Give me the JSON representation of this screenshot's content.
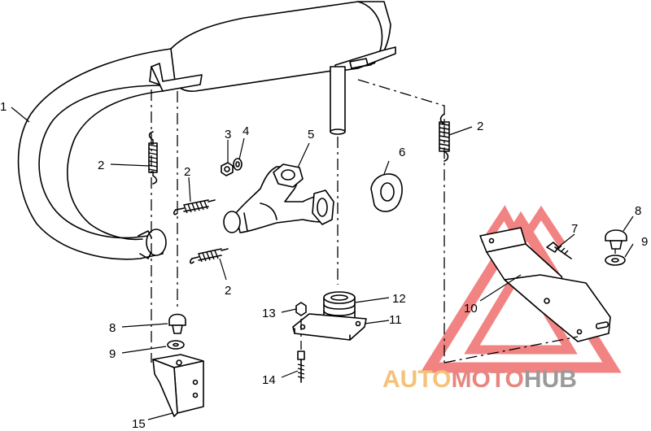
{
  "callouts": [
    {
      "id": "c1",
      "label": "1"
    },
    {
      "id": "c2a",
      "label": "2"
    },
    {
      "id": "c2b",
      "label": "2"
    },
    {
      "id": "c2c",
      "label": "2"
    },
    {
      "id": "c2d",
      "label": "2"
    },
    {
      "id": "c3",
      "label": "3"
    },
    {
      "id": "c4",
      "label": "4"
    },
    {
      "id": "c5",
      "label": "5"
    },
    {
      "id": "c6",
      "label": "6"
    },
    {
      "id": "c7",
      "label": "7"
    },
    {
      "id": "c8a",
      "label": "8"
    },
    {
      "id": "c8b",
      "label": "8"
    },
    {
      "id": "c9a",
      "label": "9"
    },
    {
      "id": "c9b",
      "label": "9"
    },
    {
      "id": "c10",
      "label": "10"
    },
    {
      "id": "c11",
      "label": "11"
    },
    {
      "id": "c12",
      "label": "12"
    },
    {
      "id": "c13",
      "label": "13"
    },
    {
      "id": "c14",
      "label": "14"
    },
    {
      "id": "c15",
      "label": "15"
    }
  ],
  "watermark": {
    "part1": "AUTO",
    "part2": "MOTO",
    "part3": "HUB",
    "color1": "#f5c27a",
    "color2": "#e8857f",
    "color3": "#9a9a9a",
    "triangle_color": "#ee5a5a"
  }
}
